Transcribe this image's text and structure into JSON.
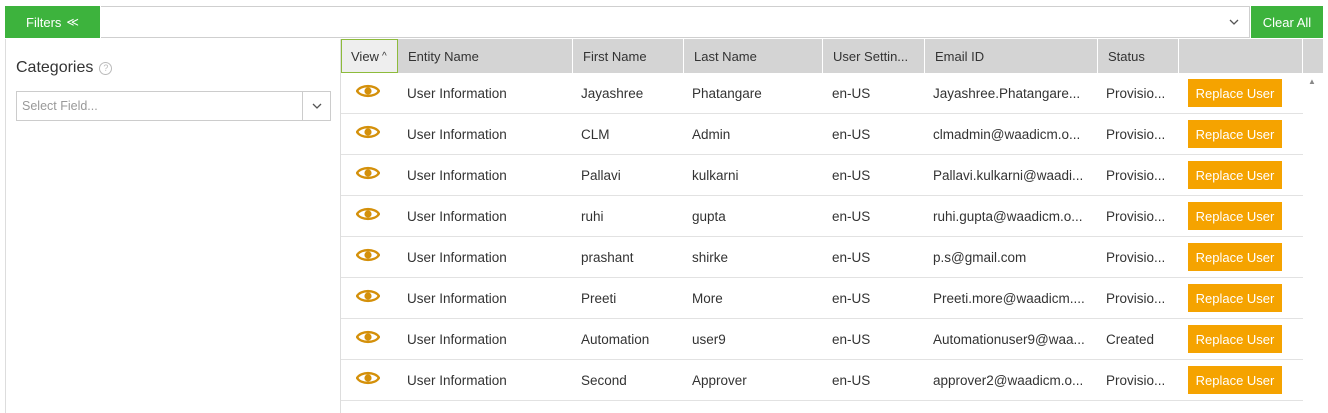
{
  "toolbar": {
    "filters_label": "Filters",
    "filters_icon": "double-chevron-left-icon",
    "clear_all_label": "Clear All",
    "top_dropdown_icon": "chevron-down-icon"
  },
  "sidebar": {
    "categories_title": "Categories",
    "help_glyph": "?",
    "select_placeholder": "Select Field..."
  },
  "grid": {
    "columns": [
      "View",
      "Entity Name",
      "First Name",
      "Last Name",
      "User Settin...",
      "Email ID",
      "Status"
    ],
    "sort_indicator": "^",
    "action_label": "Replace User",
    "rows": [
      {
        "entity": "User Information",
        "first": "Jayashree",
        "last": "Phatangare",
        "setting": "en-US",
        "email": "Jayashree.Phatangare...",
        "status": "Provisio..."
      },
      {
        "entity": "User Information",
        "first": "CLM",
        "last": "Admin",
        "setting": "en-US",
        "email": "clmadmin@waadicm.o...",
        "status": "Provisio..."
      },
      {
        "entity": "User Information",
        "first": "Pallavi",
        "last": "kulkarni",
        "setting": "en-US",
        "email": "Pallavi.kulkarni@waadi...",
        "status": "Provisio..."
      },
      {
        "entity": "User Information",
        "first": "ruhi",
        "last": "gupta",
        "setting": "en-US",
        "email": "ruhi.gupta@waadicm.o...",
        "status": "Provisio..."
      },
      {
        "entity": "User Information",
        "first": "prashant",
        "last": "shirke",
        "setting": "en-US",
        "email": "p.s@gmail.com",
        "status": "Provisio..."
      },
      {
        "entity": "User Information",
        "first": "Preeti",
        "last": "More",
        "setting": "en-US",
        "email": "Preeti.more@waadicm....",
        "status": "Provisio..."
      },
      {
        "entity": "User Information",
        "first": "Automation",
        "last": "user9",
        "setting": "en-US",
        "email": "Automationuser9@waa...",
        "status": "Created"
      },
      {
        "entity": "User Information",
        "first": "Second",
        "last": "Approver",
        "setting": "en-US",
        "email": "approver2@waadicm.o...",
        "status": "Provisio..."
      }
    ]
  },
  "colors": {
    "accent_green": "#3db33d",
    "action_orange": "#f5a300",
    "eye_icon": "#d4900a",
    "header_bg": "#d4d4d4"
  }
}
